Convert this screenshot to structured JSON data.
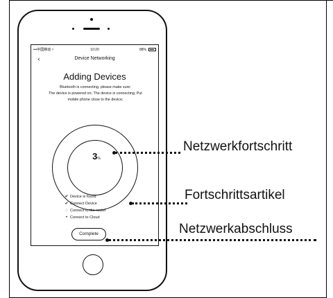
{
  "status_bar": {
    "carrier": "•••中国移动 ≈",
    "time": "10:20",
    "battery": "88%"
  },
  "nav": {
    "back_icon": "chevron-left",
    "title": "Device Networking"
  },
  "main": {
    "title": "Adding Devices",
    "desc_line1": "Bluetooth is connecting, please make sure:",
    "desc_line2": "The device is powered on; The device is connecting; Put",
    "desc_line3": "mobile phone close to the device;",
    "progress_value": "3",
    "progress_unit": "%",
    "steps": [
      {
        "label": "Device is found",
        "marker": "✔"
      },
      {
        "label": "Connect Device",
        "marker": "✔"
      },
      {
        "label": "Connect to the router",
        "marker": "◌"
      },
      {
        "label": "Connect to Cloud",
        "marker": "•"
      }
    ],
    "complete_label": "Complete"
  },
  "callouts": {
    "progress": "Netzwerkfortschritt",
    "items": "Fortschrittsartikel",
    "complete": "Netzwerkabschluss"
  }
}
